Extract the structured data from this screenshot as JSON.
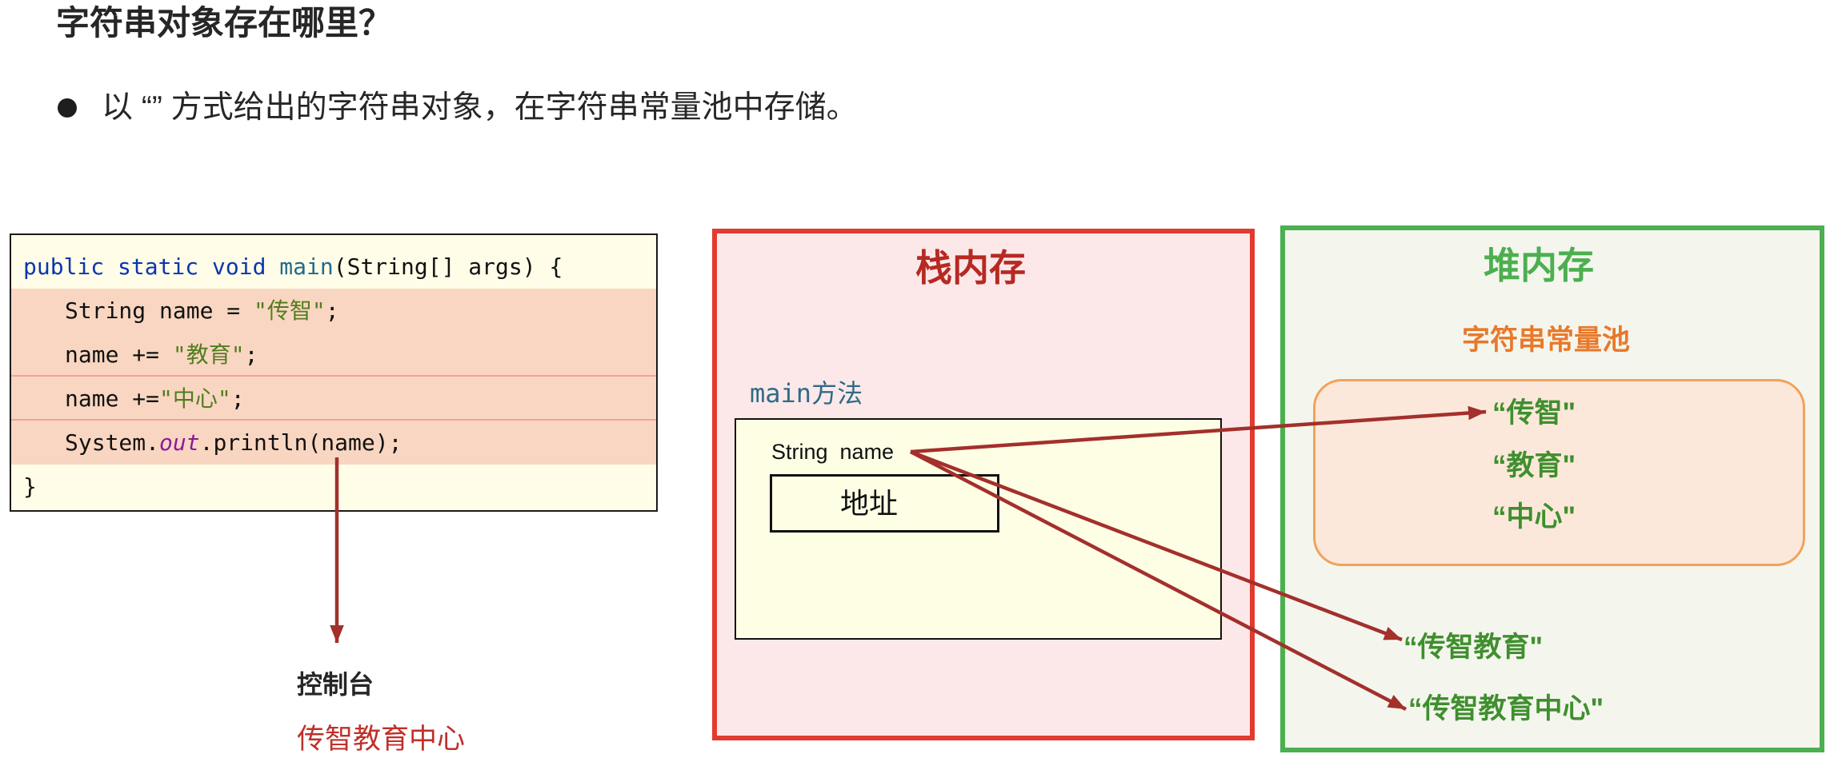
{
  "slide": {
    "title": "字符串对象存在哪里？",
    "bullet_text": "以 “” 方式给出的字符串对象，在字符串常量池中存储。"
  },
  "code": {
    "lines": [
      [
        "public static void",
        " ",
        "main",
        "(String[] args) {"
      ],
      [
        "String name = ",
        "\"传智\"",
        ";"
      ],
      [
        "name += ",
        "\"教育\"",
        ";"
      ],
      [
        "name +=",
        "\"中心\"",
        ";"
      ],
      [
        "System.",
        "out",
        ".println(name);"
      ],
      [
        "}"
      ]
    ]
  },
  "console": {
    "label": "控制台",
    "output": "传智教育中心"
  },
  "stack": {
    "title": "栈内存",
    "method_label": "main方法",
    "variable_label": "String  name",
    "address_label": "地址"
  },
  "heap": {
    "title": "堆内存",
    "pool_title": "字符串常量池",
    "pool_items": [
      "“传智\"",
      "“教育\"",
      "“中心\""
    ],
    "concat_objects": [
      "“传智教育\"",
      "“传智教育中心\""
    ]
  },
  "colors": {
    "stack_border": "#e23a2e",
    "stack_title": "#b52a22",
    "heap_border": "#4caf50",
    "heap_title": "#4caf50",
    "pool_title": "#e8792b",
    "pool_border": "#f0a35c",
    "string_literal": "#3f8f2e",
    "arrow": "#a3302b",
    "console_output": "#c0302a",
    "code_highlight": "#f9d6c1"
  }
}
